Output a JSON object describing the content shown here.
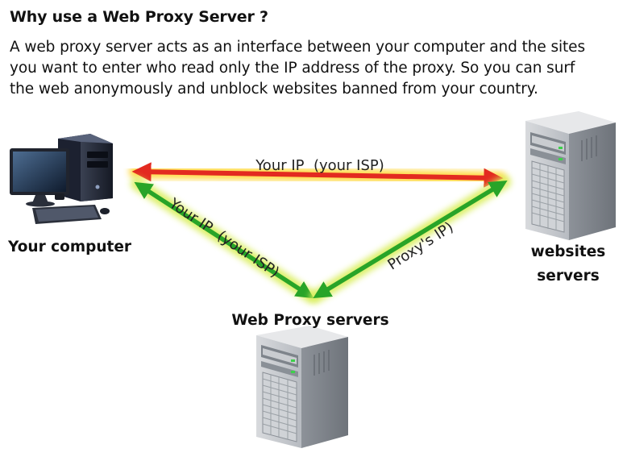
{
  "heading": "Why use a Web Proxy Server ?",
  "description": "A web proxy server acts as an interface between your computer and the sites you want to enter who read only the IP address of the proxy. So you can surf the web anonymously and unblock websites banned from your country.",
  "nodes": {
    "computer": {
      "label": "Your computer",
      "icon": "desktop-computer-icon"
    },
    "proxy": {
      "label": "Web Proxy servers",
      "icon": "server-tower-icon"
    },
    "websites": {
      "label_line1": "websites",
      "label_line2": "servers",
      "icon": "server-tower-icon"
    }
  },
  "arrows": {
    "computer_to_websites": {
      "label": "Your IP  (your ISP)",
      "color": "#e32a20",
      "glow": "#ffd633"
    },
    "computer_to_proxy": {
      "label": "Your IP  (your ISP)",
      "color": "#28a428",
      "glow": "#d9ee5a"
    },
    "proxy_to_websites": {
      "label": "Proxy's IP)",
      "color": "#28a428",
      "glow": "#d9ee5a"
    }
  }
}
